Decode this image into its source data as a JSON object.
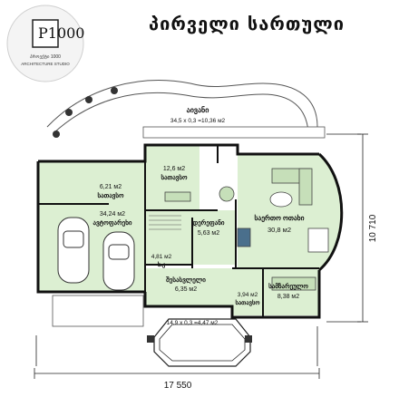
{
  "title": "პირველი სართული",
  "logo": {
    "mark": "P1000",
    "line1": "პროექტი 1000",
    "line2": "ARCHITECTURE STUDIO"
  },
  "colors": {
    "room_fill": "#dcefd2",
    "wall": "#111111",
    "background": "#ffffff"
  },
  "rooms": [
    {
      "name": "აივანი",
      "area": "34,5 x 0,3 =10,36 м2"
    },
    {
      "name": "სათავსო",
      "area": "12,6 м2"
    },
    {
      "name": "სათავსო",
      "area": "6,21 м2"
    },
    {
      "name": "ავტოფარეხი",
      "area": "34,24 м2"
    },
    {
      "name": "დერეფანი",
      "area": "5,63 м2"
    },
    {
      "name": "საერთო ოთახი",
      "area": "30,8 м2"
    },
    {
      "name": "ს.კ",
      "area": "4,81 м2"
    },
    {
      "name": "შესასვლელი",
      "area": "6,35 м2"
    },
    {
      "name": "სათავსო",
      "area": "3,94 м2"
    },
    {
      "name": "სამზარეულო",
      "area": "8,38 м2"
    },
    {
      "name": "",
      "area": "14,9 x 0,3 =4,47 м2"
    }
  ],
  "dimensions": {
    "width": "17 550",
    "height": "10 710"
  }
}
